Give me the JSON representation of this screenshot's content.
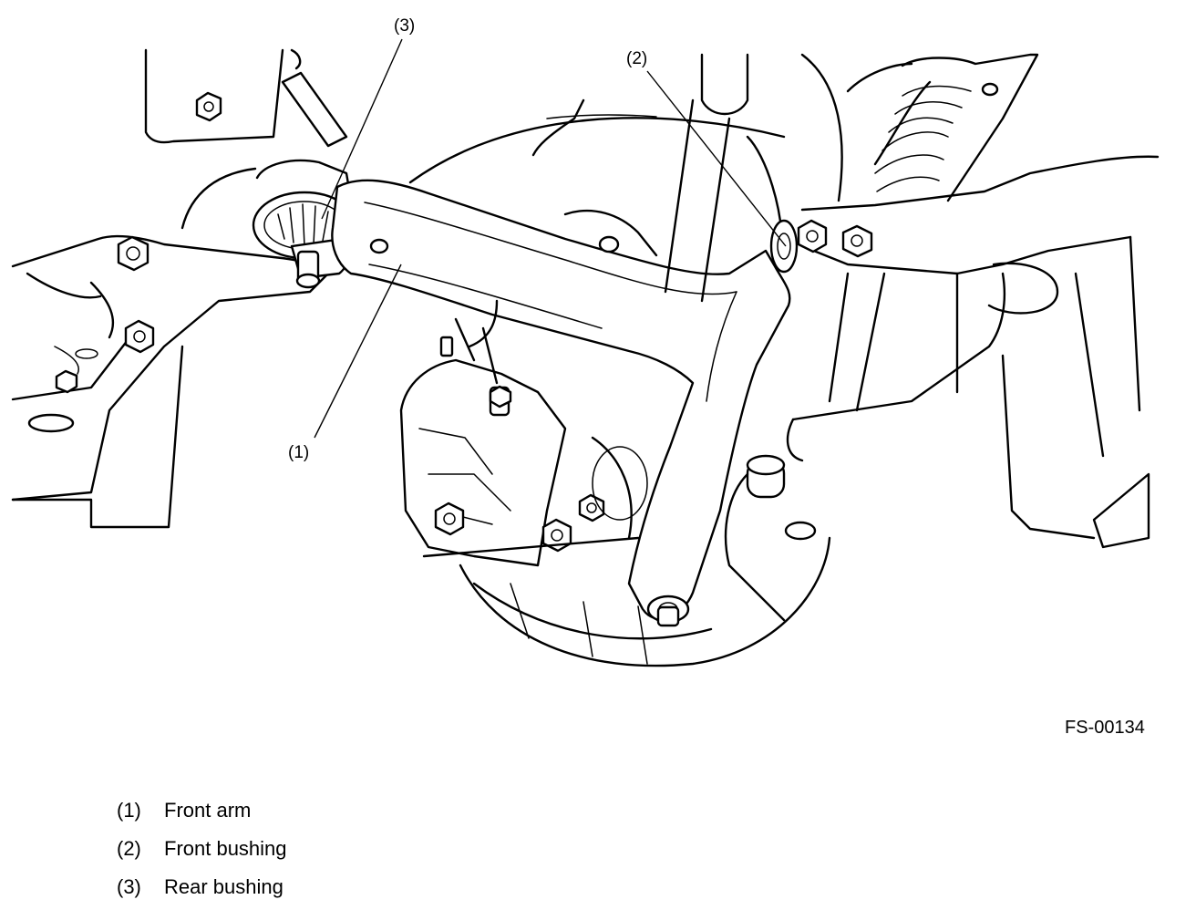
{
  "callouts": [
    {
      "num": "(1)"
    },
    {
      "num": "(2)"
    },
    {
      "num": "(3)"
    }
  ],
  "figure_code": "FS-00134",
  "legend": [
    {
      "num": "(1)",
      "label": "Front arm"
    },
    {
      "num": "(2)",
      "label": "Front bushing"
    },
    {
      "num": "(3)",
      "label": "Rear bushing"
    }
  ]
}
